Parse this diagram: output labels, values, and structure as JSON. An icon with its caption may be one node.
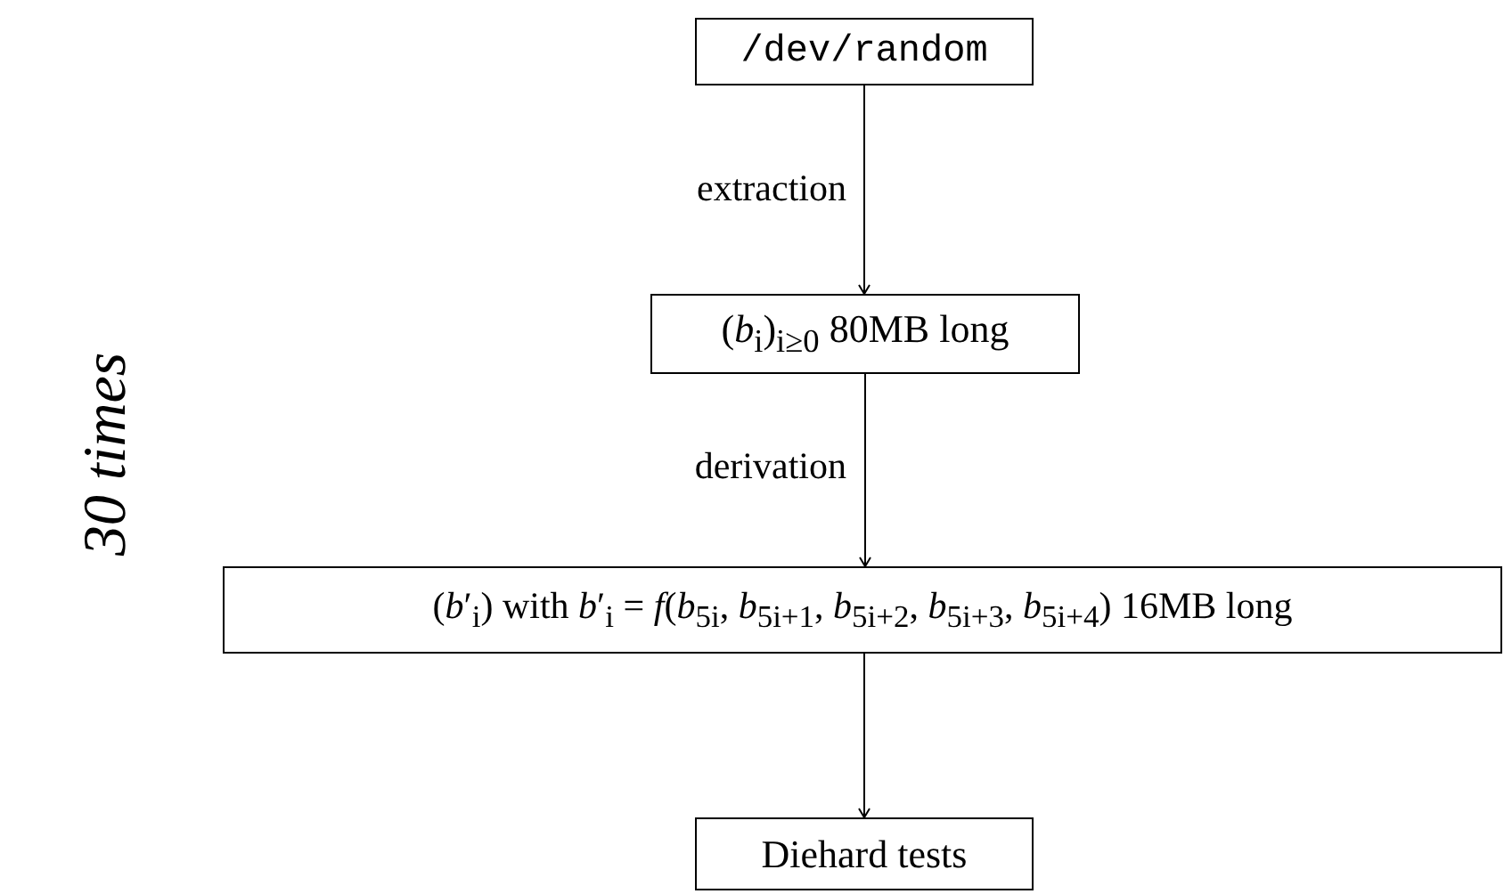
{
  "diagram": {
    "nodes": [
      {
        "text": [
          "/dev/random"
        ]
      },
      {
        "text": [
          "(*b*$_{i}$)$_{i≥0}$ 80MB long"
        ]
      },
      {
        "text": [
          "(*b*′$_{i}$) with *b*′$_{i}$ = *f*(*b*$_{5i}$, *b*$_{5i+1}$, *b*$_{5i+2}$, *b*$_{5i+3}$, *b*$_{5i+4}$) 16MB long"
        ]
      },
      {
        "text": [
          "Diehard tests"
        ]
      }
    ],
    "edges": [
      {
        "from": 0,
        "to": 1,
        "arrow": "to",
        "label": "extraction"
      },
      {
        "from": 1,
        "to": 2,
        "arrow": "to",
        "label": "derivation"
      },
      {
        "from": 2,
        "to": 3,
        "arrow": "to"
      }
    ],
    "labels": [
      "30 times"
    ]
  }
}
